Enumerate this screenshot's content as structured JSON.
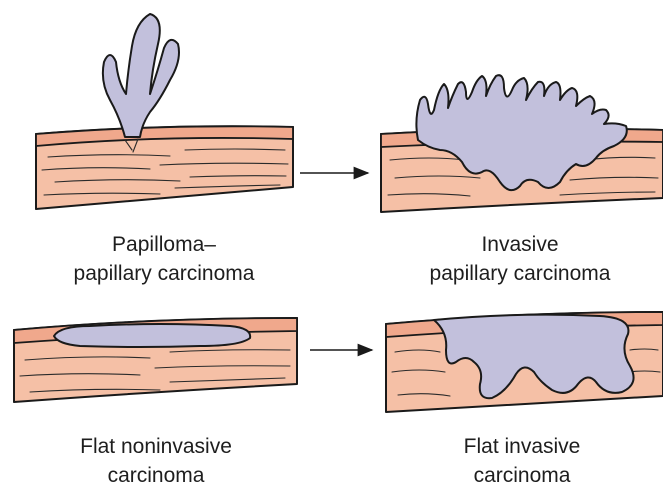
{
  "panels": {
    "papilloma": {
      "line1": "Papilloma–",
      "line2": "papillary carcinoma"
    },
    "invasive_papillary": {
      "line1": "Invasive",
      "line2": "papillary carcinoma"
    },
    "flat_noninvasive": {
      "line1": "Flat noninvasive",
      "line2": "carcinoma"
    },
    "flat_invasive": {
      "line1": "Flat invasive",
      "line2": "carcinoma"
    }
  },
  "colors": {
    "tissue": "#f5c0a6",
    "surface_layer": "#f0a88c",
    "tumor": "#c2c0dc",
    "outline": "#1a1a1a"
  }
}
